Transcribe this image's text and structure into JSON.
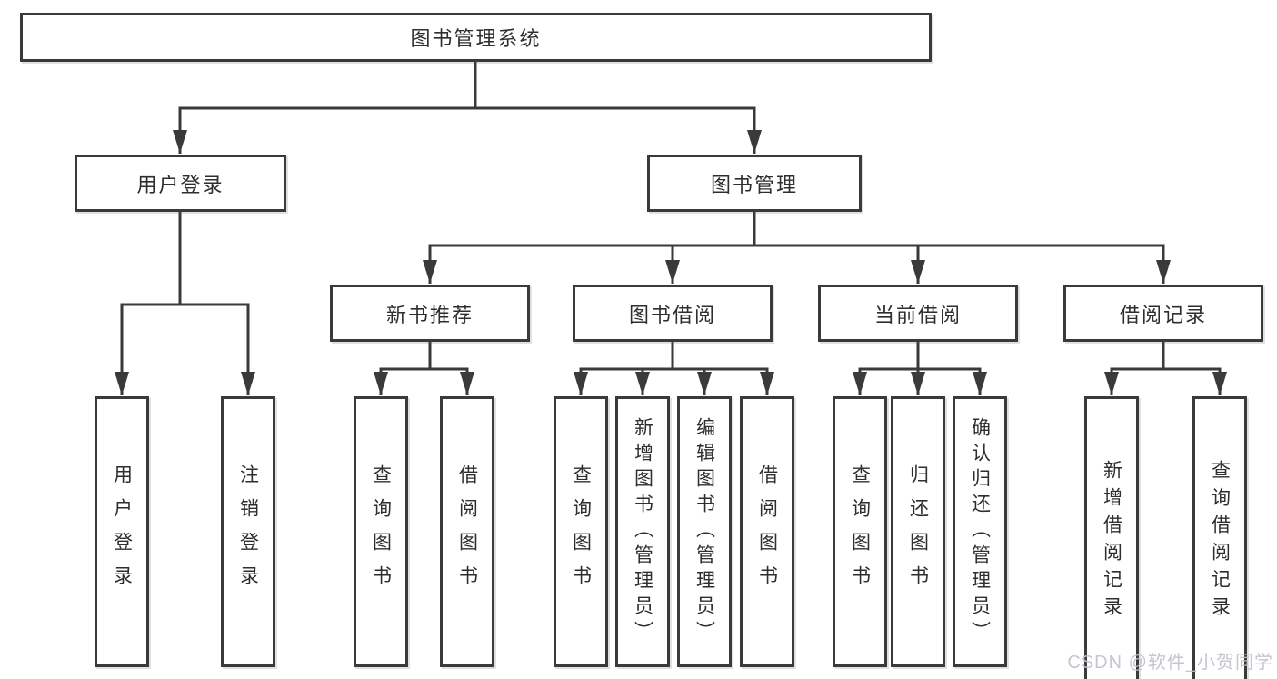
{
  "diagram": {
    "root": {
      "label": "图书管理系统"
    },
    "level2": {
      "user_login": {
        "label": "用户登录"
      },
      "book_mgmt": {
        "label": "图书管理"
      }
    },
    "level3": {
      "new_book_rec": {
        "label": "新书推荐"
      },
      "book_borrow": {
        "label": "图书借阅"
      },
      "current_borrow": {
        "label": "当前借阅"
      },
      "borrow_record": {
        "label": "借阅记录"
      }
    },
    "leaves": {
      "user_login": {
        "label": "用户登录"
      },
      "logout": {
        "label": "注销登录"
      },
      "nb_query": {
        "label": "查询图书"
      },
      "nb_borrow": {
        "label": "借阅图书"
      },
      "bb_query": {
        "label": "查询图书"
      },
      "bb_add": {
        "label": "新增图书（管理员）"
      },
      "bb_edit": {
        "label": "编辑图书（管理员）"
      },
      "bb_borrow": {
        "label": "借阅图书"
      },
      "cb_query": {
        "label": "查询图书"
      },
      "cb_return": {
        "label": "归还图书"
      },
      "cb_confirm": {
        "label": "确认归还（管理员）"
      },
      "br_add": {
        "label": "新增借阅记录"
      },
      "br_query": {
        "label": "查询借阅记录"
      }
    }
  },
  "colors": {
    "line": "#3a3a3a",
    "text": "#2e2e2e",
    "watermark": "#c4c2cd"
  },
  "watermark": {
    "text": "CSDN @软件_小贺同学"
  }
}
